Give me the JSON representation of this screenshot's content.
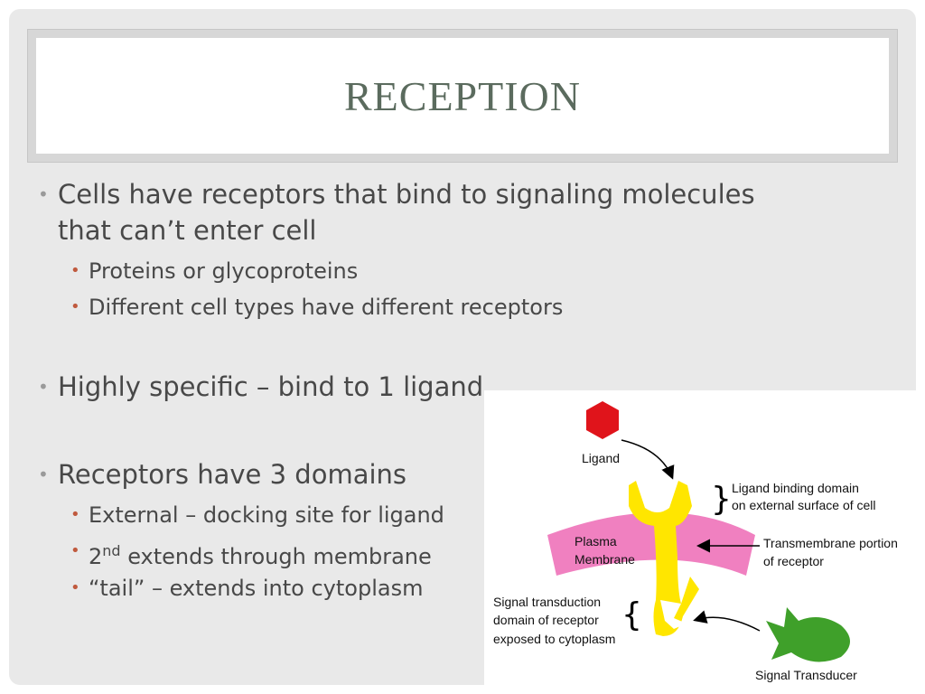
{
  "slide": {
    "title": "RECEPTION",
    "bullets": [
      {
        "text_line1": "Cells have receptors that bind to signaling molecules",
        "text_line2": "that can’t enter cell",
        "sub": [
          "Proteins or glycoproteins",
          "Different cell types have different receptors"
        ]
      },
      {
        "text": "Highly specific – bind to 1 ligand"
      },
      {
        "text": "Receptors have 3 domains",
        "sub_external": "External – docking site for ligand",
        "sub_second_prefix": "2",
        "sub_second_sup": "nd",
        "sub_second_rest": " extends through membrane",
        "sub_tail": "“tail” – extends into cytoplasm"
      }
    ]
  },
  "diagram": {
    "ligand": "Ligand",
    "binding_line1": "Ligand binding domain",
    "binding_line2": "on external surface of cell",
    "membrane_line1": "Plasma",
    "membrane_line2": "Membrane",
    "transmembrane_line1": "Transmembrane portion",
    "transmembrane_line2": "of receptor",
    "signal_line1": "Signal transduction",
    "signal_line2": "domain of receptor",
    "signal_line3": "exposed to cytoplasm",
    "transducer": "Signal Transducer",
    "colors": {
      "ligand": "#e0141b",
      "receptor": "#ffe600",
      "membrane": "#f080c0",
      "transducer": "#3fa02a"
    }
  }
}
